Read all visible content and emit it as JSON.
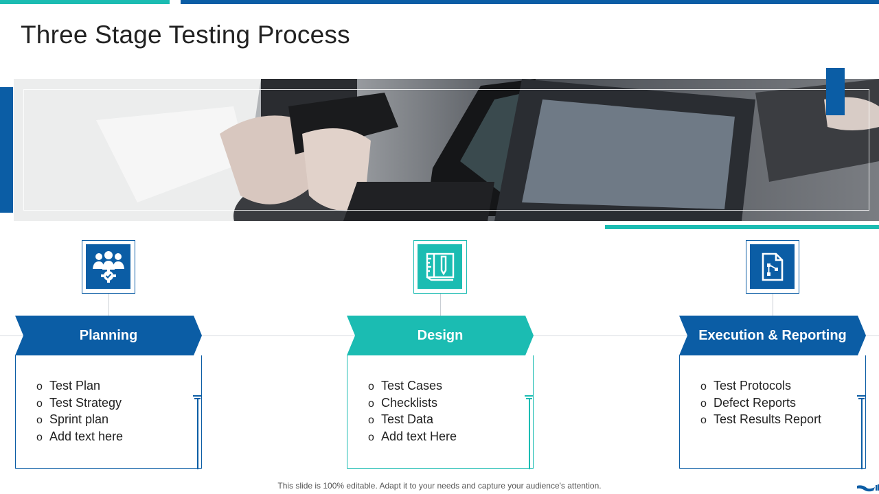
{
  "slide": {
    "title": "Three Stage Testing Process",
    "footer": "This slide is 100% editable. Adapt it to your needs and capture your audience's attention."
  },
  "colors": {
    "blue": "#0b5da5",
    "teal": "#1bbcb2",
    "line": "#d7dbe0"
  },
  "stages": [
    {
      "label": "Planning",
      "icon": "team-settings-icon",
      "color": "#0b5da5",
      "items": [
        "Test Plan",
        "Test Strategy",
        "Sprint plan",
        "Add text here"
      ]
    },
    {
      "label": "Design",
      "icon": "blueprint-ruler-icon",
      "color": "#1bbcb2",
      "items": [
        "Test Cases",
        "Checklists",
        "Test Data",
        "Add text Here"
      ]
    },
    {
      "label": "Execution & Reporting",
      "icon": "document-flow-icon",
      "color": "#0b5da5",
      "items": [
        "Test Protocols",
        "Defect Reports",
        "Test Results Report"
      ]
    }
  ],
  "bullet_glyph": "o"
}
